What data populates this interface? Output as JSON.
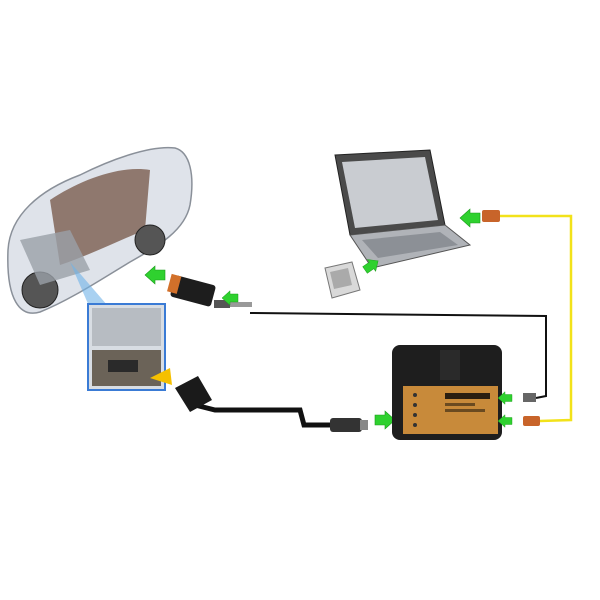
{
  "diagram": {
    "components": [
      "car",
      "obd-detail-photo",
      "obd-connector",
      "ethernet-connector",
      "laptop",
      "sd-card",
      "icom-interface"
    ],
    "connections": [
      {
        "from": "laptop",
        "to": "icom-interface",
        "cable": "ethernet",
        "color": "#f2e21a"
      },
      {
        "from": "car",
        "to": "icom-interface",
        "cable": "diagnostic",
        "color": "#111111"
      },
      {
        "from": "obd-connector",
        "to": "icom-interface",
        "cable": "obd",
        "color": "#111111"
      }
    ],
    "colors": {
      "arrow": "#2fd12f",
      "yellow_cable": "#f2e21a",
      "black_cable": "#111111",
      "device_label": "#c88a3a",
      "device_body": "#1e1e1e"
    }
  }
}
